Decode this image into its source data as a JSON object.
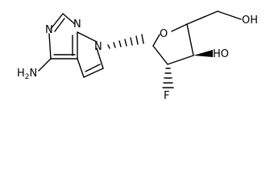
{
  "molecule": {
    "atoms": {
      "n1": "N",
      "n3": "N",
      "n7": "N",
      "nh2_n": "H",
      "nh2_h_sub": "2",
      "nh2_tail": "N",
      "o_ring": "O",
      "oh_5": "OH",
      "oh_3": "HO",
      "f": "F"
    }
  }
}
